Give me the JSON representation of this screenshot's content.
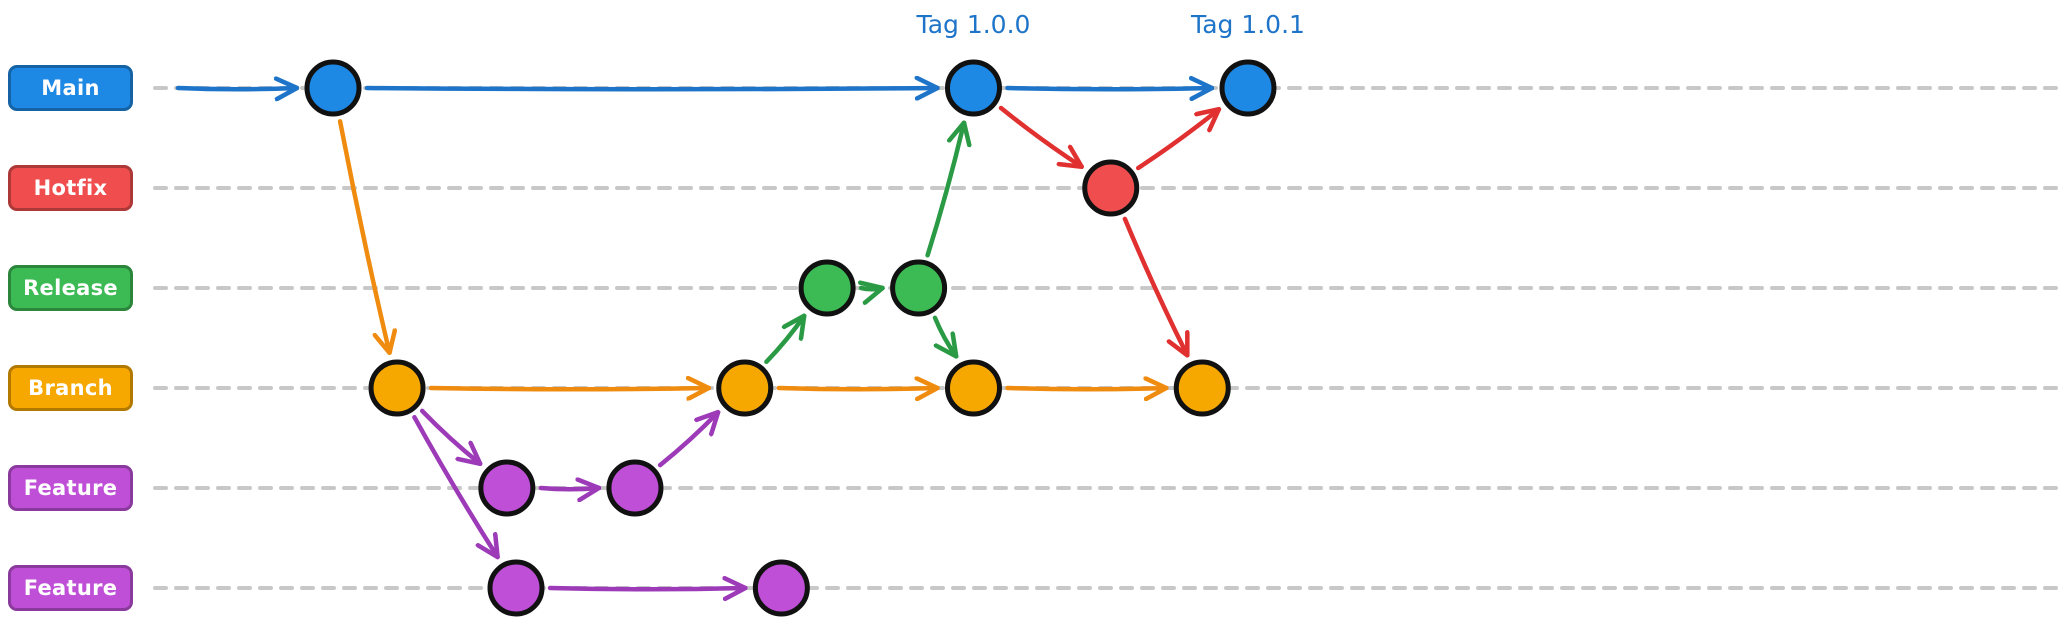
{
  "lanes": [
    {
      "id": "main",
      "label": "Main",
      "color": "#1e88e5"
    },
    {
      "id": "hotfix",
      "label": "Hotfix",
      "color": "#f04e4e"
    },
    {
      "id": "release",
      "label": "Release",
      "color": "#3cba54"
    },
    {
      "id": "branch",
      "label": "Branch",
      "color": "#f7a800"
    },
    {
      "id": "feature1",
      "label": "Feature",
      "color": "#c04fd8"
    },
    {
      "id": "feature2",
      "label": "Feature",
      "color": "#c04fd8"
    }
  ],
  "tags": [
    {
      "commit": "m1",
      "label": "Tag 1.0.0"
    },
    {
      "commit": "m2",
      "label": "Tag 1.0.1"
    }
  ],
  "commits": [
    {
      "id": "m0",
      "lane": "main",
      "step": 0
    },
    {
      "id": "m1",
      "lane": "main",
      "step": 7
    },
    {
      "id": "m2",
      "lane": "main",
      "step": 10
    },
    {
      "id": "h0",
      "lane": "hotfix",
      "step": 8.5
    },
    {
      "id": "r0",
      "lane": "release",
      "step": 5.4
    },
    {
      "id": "r1",
      "lane": "release",
      "step": 6.4
    },
    {
      "id": "b0",
      "lane": "branch",
      "step": 0.7
    },
    {
      "id": "b1",
      "lane": "branch",
      "step": 4.5
    },
    {
      "id": "b2",
      "lane": "branch",
      "step": 7
    },
    {
      "id": "b3",
      "lane": "branch",
      "step": 9.5
    },
    {
      "id": "f0",
      "lane": "feature1",
      "step": 1.9
    },
    {
      "id": "f1",
      "lane": "feature1",
      "step": 3.3
    },
    {
      "id": "g0",
      "lane": "feature2",
      "step": 2.0
    },
    {
      "id": "g1",
      "lane": "feature2",
      "step": 4.9
    }
  ],
  "edges": [
    {
      "from": "start",
      "to": "m0",
      "color": "#1e74c8"
    },
    {
      "from": "m0",
      "to": "m1",
      "color": "#1e74c8"
    },
    {
      "from": "m1",
      "to": "m2",
      "color": "#1e74c8"
    },
    {
      "from": "m0",
      "to": "b0",
      "color": "#ef8c10"
    },
    {
      "from": "b0",
      "to": "b1",
      "color": "#ef8c10"
    },
    {
      "from": "b1",
      "to": "b2",
      "color": "#ef8c10"
    },
    {
      "from": "b2",
      "to": "b3",
      "color": "#ef8c10"
    },
    {
      "from": "b0",
      "to": "f0",
      "color": "#9c3ab8"
    },
    {
      "from": "f0",
      "to": "f1",
      "color": "#9c3ab8"
    },
    {
      "from": "f1",
      "to": "b1",
      "color": "#9c3ab8"
    },
    {
      "from": "b0",
      "to": "g0",
      "color": "#9c3ab8"
    },
    {
      "from": "g0",
      "to": "g1",
      "color": "#9c3ab8"
    },
    {
      "from": "b1",
      "to": "r0",
      "color": "#2a9a45"
    },
    {
      "from": "r0",
      "to": "r1",
      "color": "#2a9a45"
    },
    {
      "from": "r1",
      "to": "m1",
      "color": "#2a9a45"
    },
    {
      "from": "r1",
      "to": "b2",
      "color": "#2a9a45"
    },
    {
      "from": "m1",
      "to": "h0",
      "color": "#e03030"
    },
    {
      "from": "h0",
      "to": "m2",
      "color": "#e03030"
    },
    {
      "from": "h0",
      "to": "b3",
      "color": "#e03030"
    }
  ]
}
